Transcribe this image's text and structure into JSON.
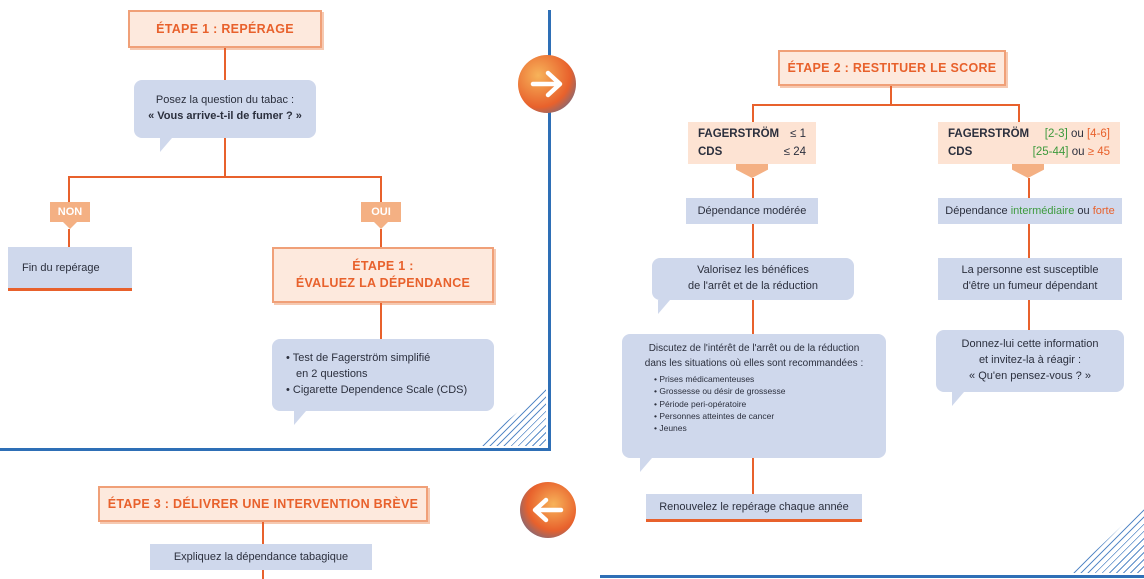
{
  "panel1": {
    "step1_title": "ÉTAPE 1 : REPÉRAGE",
    "question_line1": "Posez la question du tabac :",
    "question_line2": "« Vous arrive-t-il de fumer ? »",
    "non_label": "NON",
    "oui_label": "OUI",
    "fin_label": "Fin du repérage",
    "evaluez_line1": "ÉTAPE 1 :",
    "evaluez_line2": "ÉVALUEZ LA DÉPENDANCE",
    "tests": [
      "Test de Fagerström simplifié",
      "en 2 questions",
      "Cigarette Dependence Scale (CDS)"
    ]
  },
  "panel2": {
    "step2_title": "ÉTAPE 2 : RESTITUER LE SCORE",
    "left_score": {
      "fag_label": "FAGERSTRÖM",
      "fag_value": "≤ 1",
      "cds_label": "CDS",
      "cds_value": "≤ 24"
    },
    "right_score": {
      "fag_label": "FAGERSTRÖM",
      "fag_green": "[2-3]",
      "fag_ou": "ou",
      "fag_orange": "[4-6]",
      "cds_label": "CDS",
      "cds_green": "[25-44]",
      "cds_ou": "ou",
      "cds_orange": "≥ 45"
    },
    "dep_moderee": "Dépendance modérée",
    "dep_right_prefix": "Dépendance",
    "dep_right_green": "intermédiaire",
    "dep_right_ou": "ou",
    "dep_right_orange": "forte",
    "valorisez_line1": "Valorisez les bénéfices",
    "valorisez_line2": "de l'arrêt et de la réduction",
    "discutez_line1": "Discutez de l'intérêt de l'arrêt ou de la réduction",
    "discutez_line2": "dans les situations où elles sont recommandées :",
    "situations": [
      "Prises médicamenteuses",
      "Grossesse ou désir de grossesse",
      "Période peri-opératoire",
      "Personnes atteintes de cancer",
      "Jeunes"
    ],
    "renouvelez": "Renouvelez le repérage chaque année",
    "personne_line1": "La personne est susceptible",
    "personne_line2": "d'être un fumeur dépendant",
    "donnez_line1": "Donnez-lui cette information",
    "donnez_line2": "et invitez-la à réagir :",
    "donnez_line3": "« Qu'en pensez-vous ? »"
  },
  "panel3": {
    "step3_title": "ÉTAPE 3 : DÉLIVRER UNE INTERVENTION BRÈVE",
    "expliquez": "Expliquez la dépendance tabagique"
  },
  "icons": {
    "forward": "arrow-right-icon",
    "back": "arrow-left-icon"
  },
  "colors": {
    "accent_orange": "#e8612c",
    "panel_blue": "#2e6fb6",
    "bubble_blue": "#cfd8ec",
    "green": "#3d9a3d"
  }
}
